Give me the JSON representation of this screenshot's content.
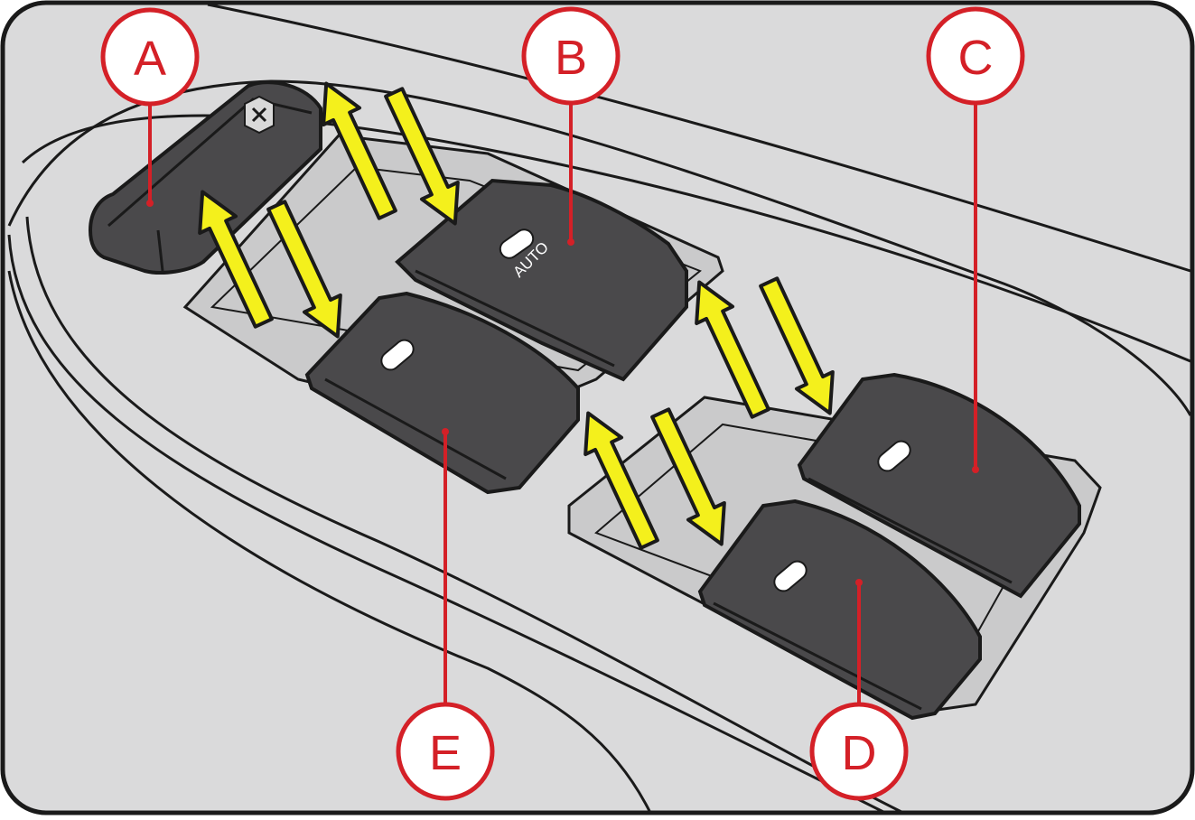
{
  "callouts": [
    {
      "id": "A",
      "label": "A"
    },
    {
      "id": "B",
      "label": "B"
    },
    {
      "id": "C",
      "label": "C"
    },
    {
      "id": "D",
      "label": "D"
    },
    {
      "id": "E",
      "label": "E"
    }
  ],
  "switch_text": {
    "auto": "AUTO"
  },
  "icons": [
    "window-lock-icon",
    "up-arrow-icon",
    "down-arrow-icon"
  ],
  "colors": {
    "background": "#dadadb",
    "outline": "#1a1a1a",
    "switch": "#4a494b",
    "arrow_fill": "#f4f01c",
    "callout": "#d42027"
  }
}
